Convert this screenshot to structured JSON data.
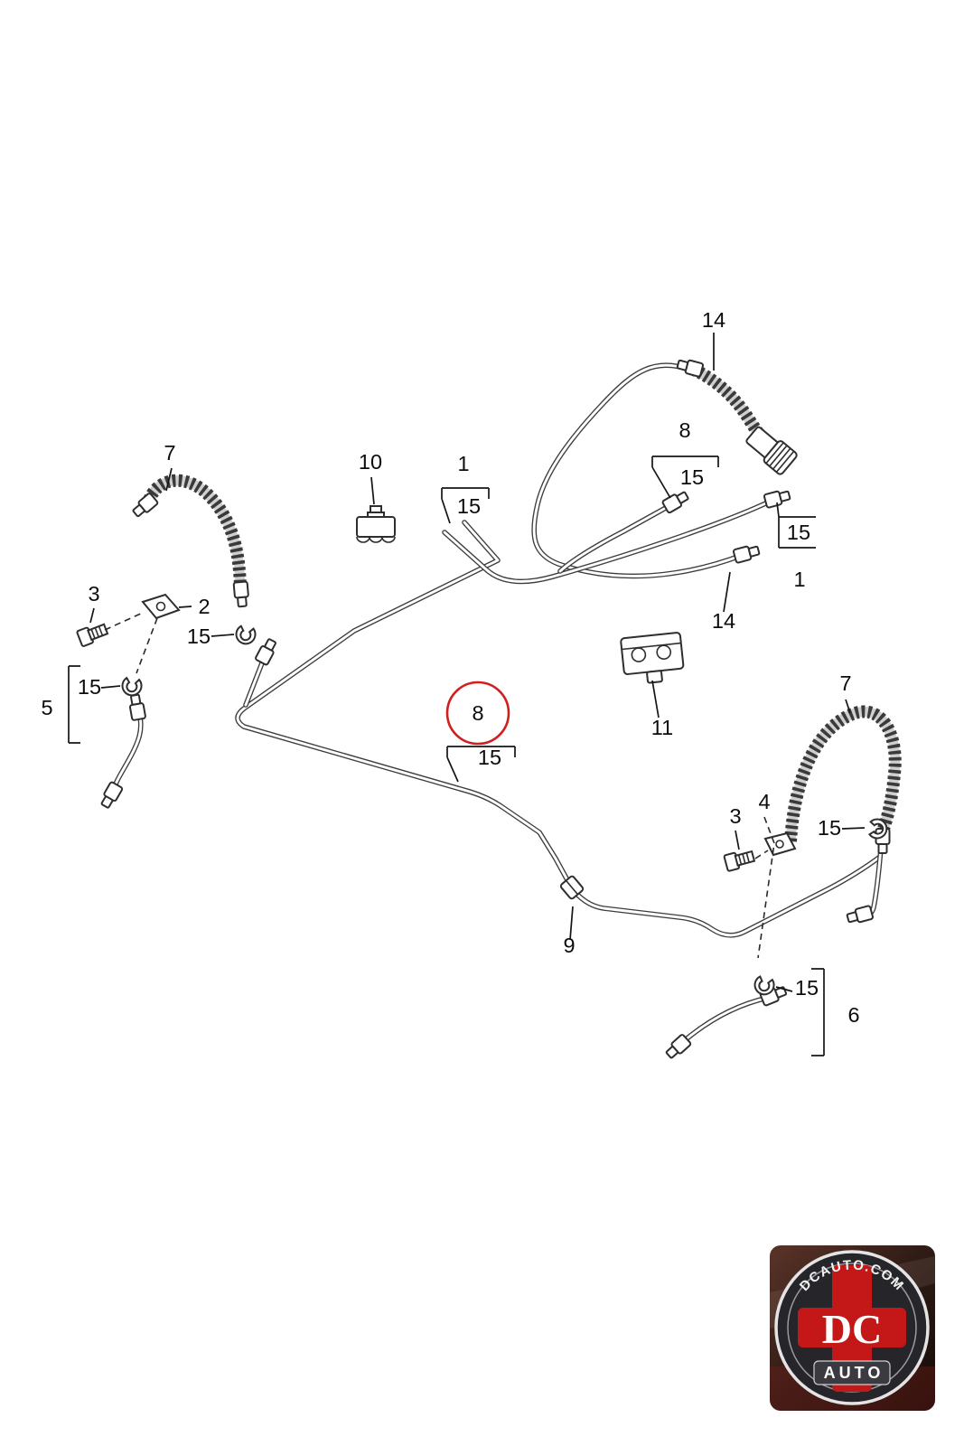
{
  "page": {
    "background": "#ffffff"
  },
  "highlight": {
    "color": "#d01f1f"
  },
  "callouts": {
    "c14_top": {
      "label": "14"
    },
    "c8_top": {
      "label": "8"
    },
    "c15_top8": {
      "label": "15"
    },
    "c1_top": {
      "label": "1"
    },
    "c15_top1": {
      "label": "15"
    },
    "c10": {
      "label": "10"
    },
    "c7_left": {
      "label": "7"
    },
    "c3_left": {
      "label": "3"
    },
    "c2": {
      "label": "2"
    },
    "c15_left_mid": {
      "label": "15"
    },
    "c5": {
      "label": "5"
    },
    "c15_left5": {
      "label": "15"
    },
    "c8_circled": {
      "label": "8"
    },
    "c15_center": {
      "label": "15"
    },
    "c11": {
      "label": "11"
    },
    "c15_right1": {
      "label": "15"
    },
    "c1_right": {
      "label": "1"
    },
    "c14_right": {
      "label": "14"
    },
    "c7_right": {
      "label": "7"
    },
    "c3_right": {
      "label": "3"
    },
    "c4": {
      "label": "4"
    },
    "c15_right7": {
      "label": "15"
    },
    "c9": {
      "label": "9"
    },
    "c15_b6": {
      "label": "15"
    },
    "c6": {
      "label": "6"
    }
  },
  "logo": {
    "domain": "DCAUTO.COM",
    "initials": "DC",
    "name": "AUTO",
    "accent_color": "#c41818"
  }
}
